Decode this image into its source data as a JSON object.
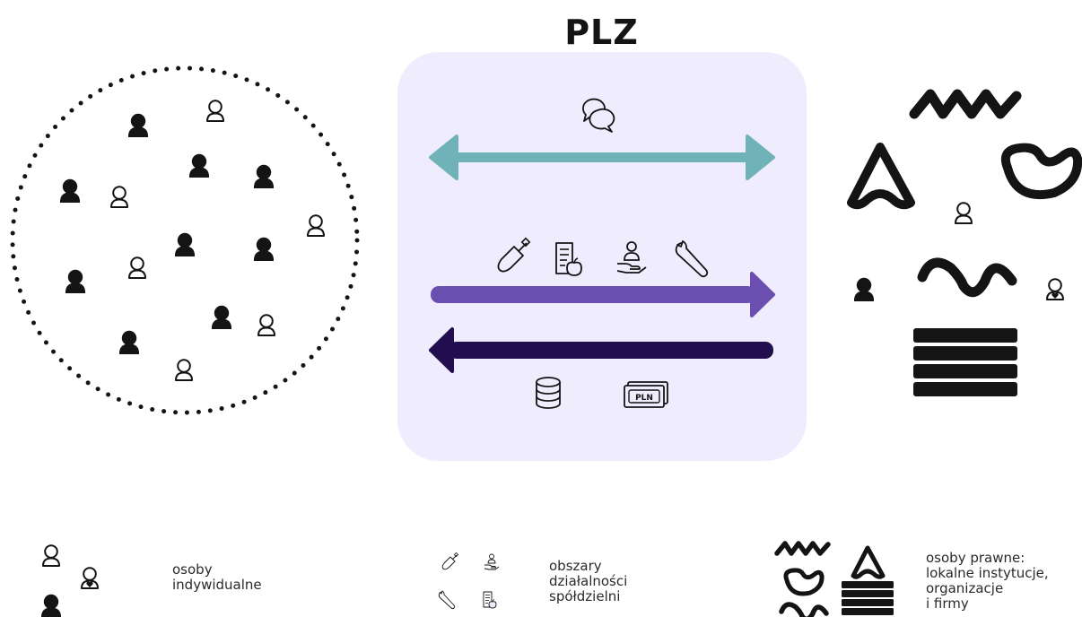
{
  "title": "PLZ",
  "colors": {
    "panel_bg": "#efecfd",
    "teal_arrow": "#6fb3b8",
    "purple_arrow": "#6b4fb0",
    "navy_arrow": "#220d4f",
    "ink": "#141414"
  },
  "icons": {
    "top_arrow": "speech-bubbles-icon",
    "middle_arrow": [
      "trowel-icon",
      "document-apple-icon",
      "person-hand-icon",
      "wrench-icon"
    ],
    "bottom_arrow": [
      "coin-stack-icon",
      "banknotes-icon"
    ],
    "banknote_label": "PLN",
    "right_group": [
      "zigzag-shape",
      "rounded-triangle-shape",
      "bean-shape",
      "wave-shape",
      "stacked-bars-shape"
    ]
  },
  "legend": {
    "individuals": "osoby\nindywidualne",
    "activity_areas": "obszary\ndziałalności\nspółdzielni",
    "legal_entities": "osoby prawne:\nlokalne instytucje,\norganizacje\ni firmy"
  }
}
